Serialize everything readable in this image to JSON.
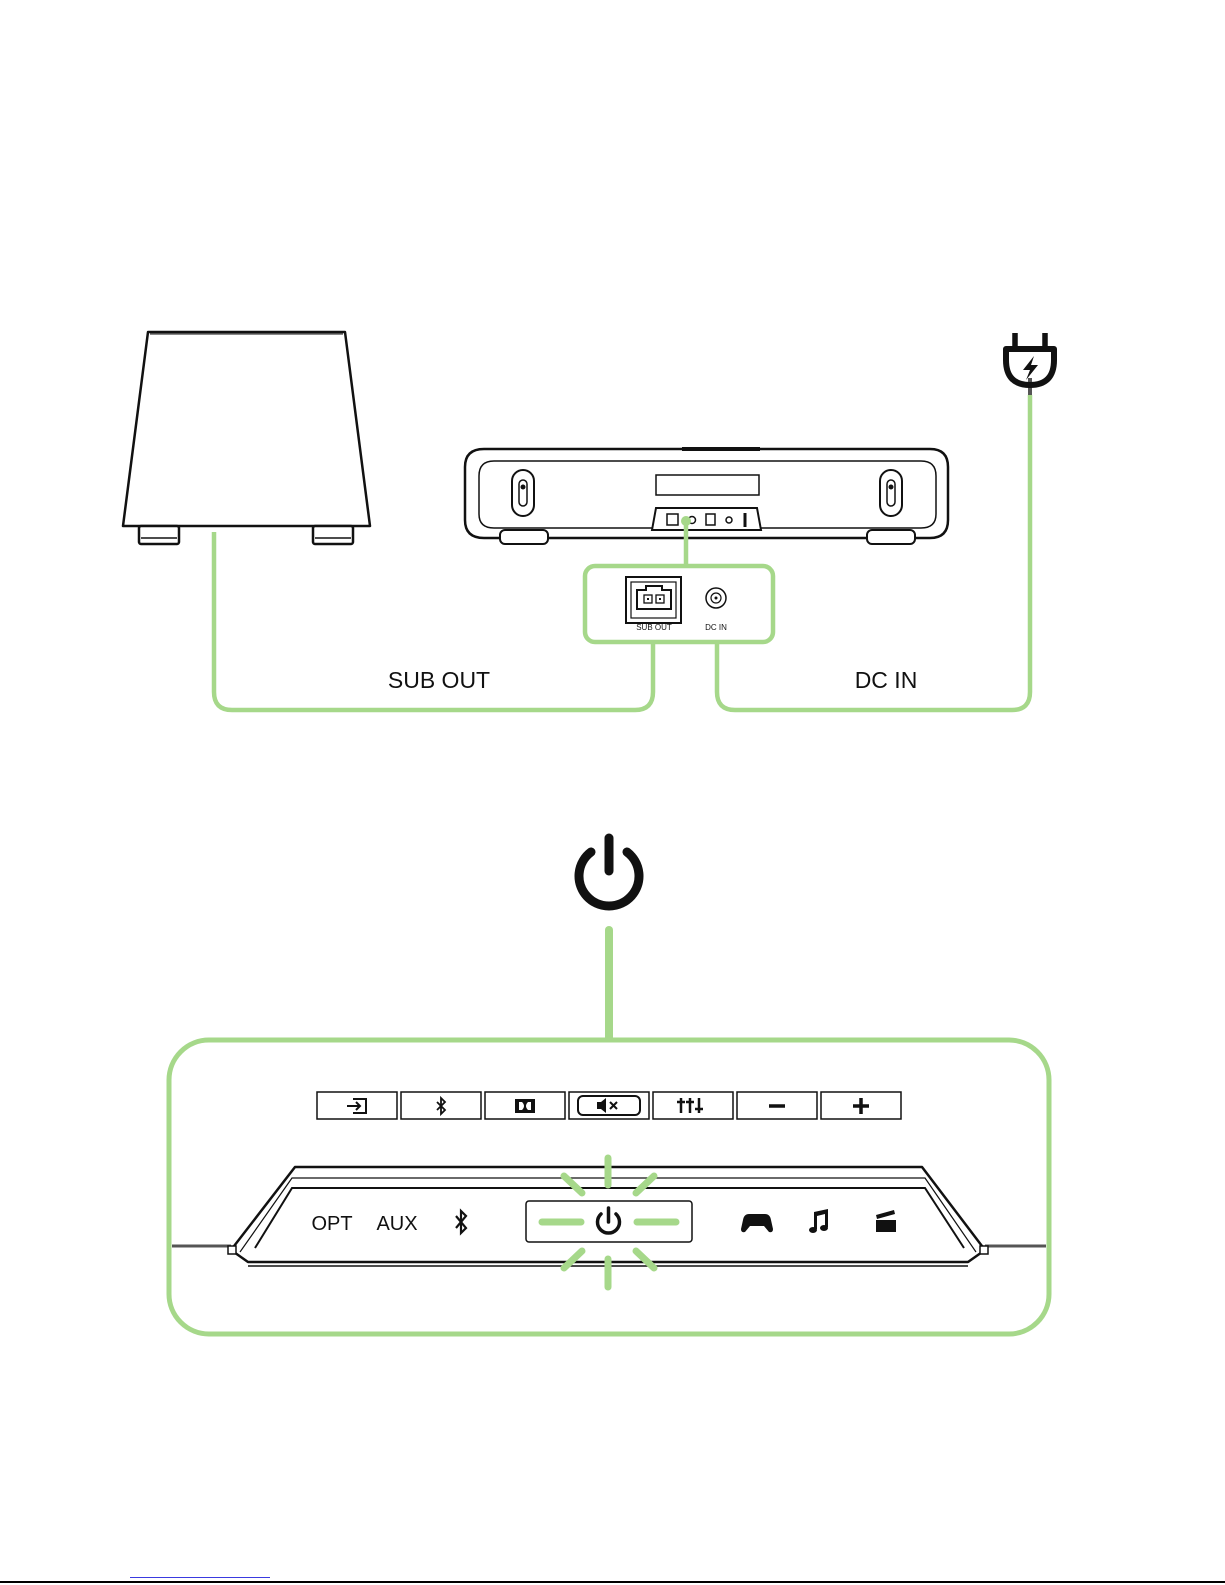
{
  "colors": {
    "accent_green": "#a6d88a",
    "line_dark": "#111111",
    "cable_gray": "#555555"
  },
  "connection_diagram": {
    "subwoofer": {
      "icon": "subwoofer-icon"
    },
    "soundbar_rear": {
      "icon": "soundbar-rear-icon"
    },
    "power_plug": {
      "icon": "power-plug-icon"
    },
    "port_callout": {
      "sub_out_port_label": "SUB OUT",
      "dc_in_port_label": "DC IN"
    },
    "cable_labels": {
      "sub_out": "SUB OUT",
      "dc_in": "DC IN"
    }
  },
  "power_diagram": {
    "power_symbol": {
      "icon": "power-icon"
    },
    "remote_buttons": [
      {
        "icon": "input-icon"
      },
      {
        "icon": "bluetooth-icon"
      },
      {
        "icon": "dolby-icon"
      },
      {
        "icon": "mute-icon"
      },
      {
        "icon": "equalizer-icon"
      },
      {
        "icon": "minus-icon"
      },
      {
        "icon": "plus-icon"
      }
    ],
    "top_panel": {
      "labels": {
        "opt": "OPT",
        "aux": "AUX"
      },
      "icons": [
        "bluetooth-icon",
        "power-icon",
        "gamepad-icon",
        "music-note-icon",
        "clapperboard-icon"
      ],
      "power_state": "lit"
    }
  }
}
